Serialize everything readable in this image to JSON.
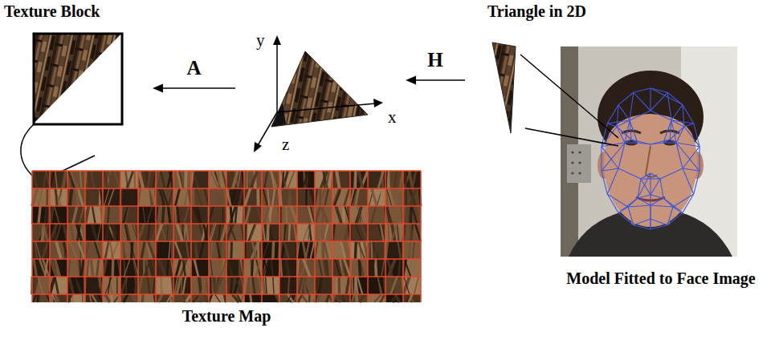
{
  "diagram": {
    "nodes": [
      {
        "text": [
          "Texture Block"
        ]
      },
      {
        "text": [
          "y",
          "x",
          "z"
        ]
      },
      {
        "text": [
          "Triangle in 2D"
        ]
      },
      {
        "text": [
          "Texture Map"
        ]
      },
      {
        "text": [
          "Model Fitted to Face Image"
        ]
      }
    ],
    "edges": [
      {
        "from": 1,
        "to": 0,
        "arrow": "to",
        "label": "A"
      },
      {
        "from": 2,
        "to": 1,
        "arrow": "to",
        "label": "H"
      }
    ]
  }
}
